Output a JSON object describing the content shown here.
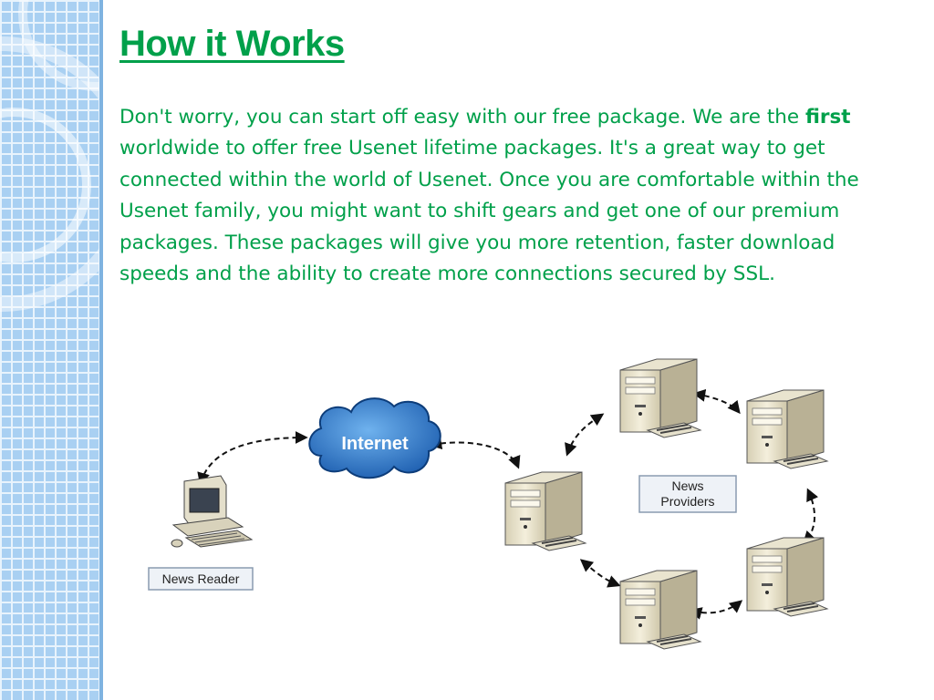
{
  "slide": {
    "title": "How it Works",
    "body_before": "Don't worry, you can start off easy with our free package. We are the ",
    "body_bold": "first",
    "body_after": " worldwide to offer free Usenet lifetime packages. It's a great way to get connected within the world of Usenet. Once you are comfortable within the Usenet family, you might want to shift gears and get one of our premium packages. These packages will give you more retention, faster download speeds and the ability to create more connections secured by SSL."
  },
  "diagram": {
    "cloud_label": "Internet",
    "client_label": "News Reader",
    "providers_label_line1": "News",
    "providers_label_line2": "Providers"
  },
  "colors": {
    "text": "#00a04a",
    "sidebar": "#a9d0f2",
    "cloud": "#1e6fc4"
  }
}
